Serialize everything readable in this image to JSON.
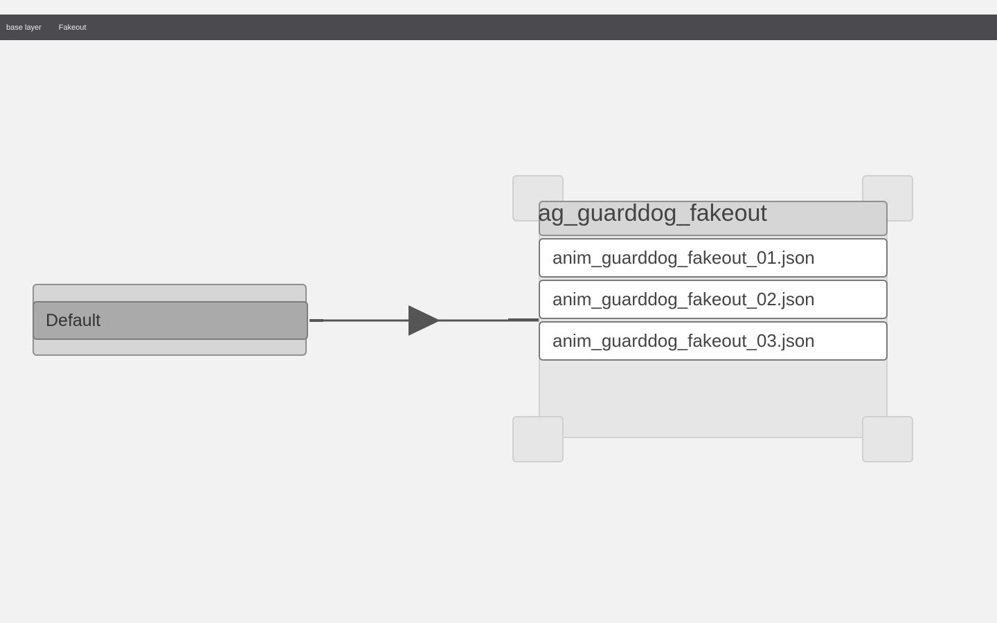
{
  "breadcrumb": {
    "items": [
      "base layer",
      "Fakeout"
    ]
  },
  "default_state": {
    "label": "Default"
  },
  "group": {
    "title": "ag_guarddog_fakeout",
    "items": [
      "anim_guarddog_fakeout_01.json",
      "anim_guarddog_fakeout_02.json",
      "anim_guarddog_fakeout_03.json"
    ]
  },
  "colors": {
    "canvas_bg": "#f2f2f2",
    "breadcrumb_bg": "#4a4a4f",
    "transition_line": "#555555"
  },
  "icons": {
    "transition_arrow": "arrow-right-icon",
    "resize_handles": "resize-handle-icon"
  }
}
